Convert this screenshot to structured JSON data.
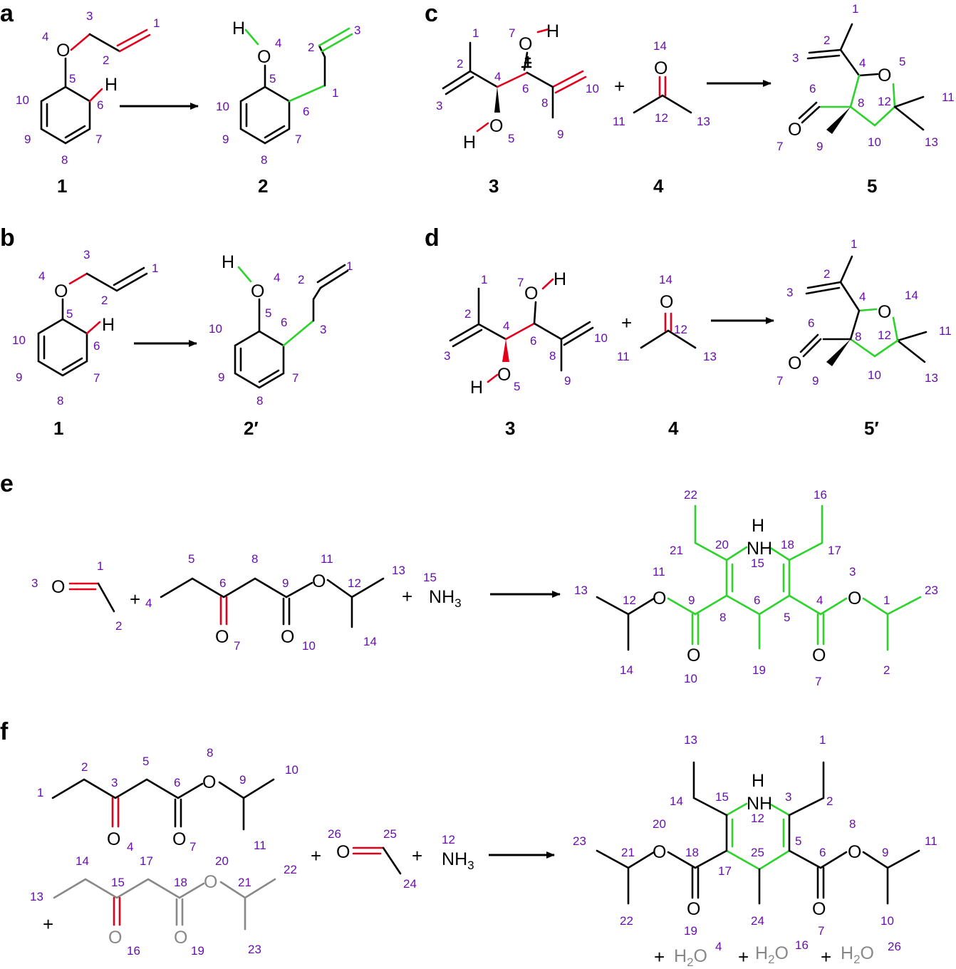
{
  "panels": {
    "a": {
      "label": "a",
      "compounds": [
        "1",
        "2"
      ]
    },
    "b": {
      "label": "b",
      "compounds": [
        "1",
        "2′"
      ]
    },
    "c": {
      "label": "c",
      "compounds": [
        "3",
        "4",
        "5"
      ]
    },
    "d": {
      "label": "d",
      "compounds": [
        "3",
        "4",
        "5′"
      ]
    },
    "e": {
      "label": "e"
    },
    "f": {
      "label": "f"
    }
  },
  "atoms": {
    "O": "O",
    "H": "H",
    "NH": "NH",
    "N": "N",
    "H2O": "H",
    "two": "2",
    "three": "3"
  },
  "operators": {
    "plus": "+"
  },
  "numbering": {
    "n1": "1",
    "n2": "2",
    "n3": "3",
    "n4": "4",
    "n5": "5",
    "n6": "6",
    "n7": "7",
    "n8": "8",
    "n9": "9",
    "n10": "10",
    "n11": "11",
    "n12": "12",
    "n13": "13",
    "n14": "14",
    "n15": "15",
    "n16": "16",
    "n17": "17",
    "n18": "18",
    "n19": "19",
    "n20": "20",
    "n21": "21",
    "n22": "22",
    "n23": "23",
    "n24": "24",
    "n25": "25",
    "n26": "26"
  },
  "colors": {
    "bond": "#000000",
    "changed_bond_red": "#e3001b",
    "new_bond_green": "#2bd32b",
    "atom_numbers": "#6a0dad",
    "reactant_copy_gray": "#888888"
  }
}
